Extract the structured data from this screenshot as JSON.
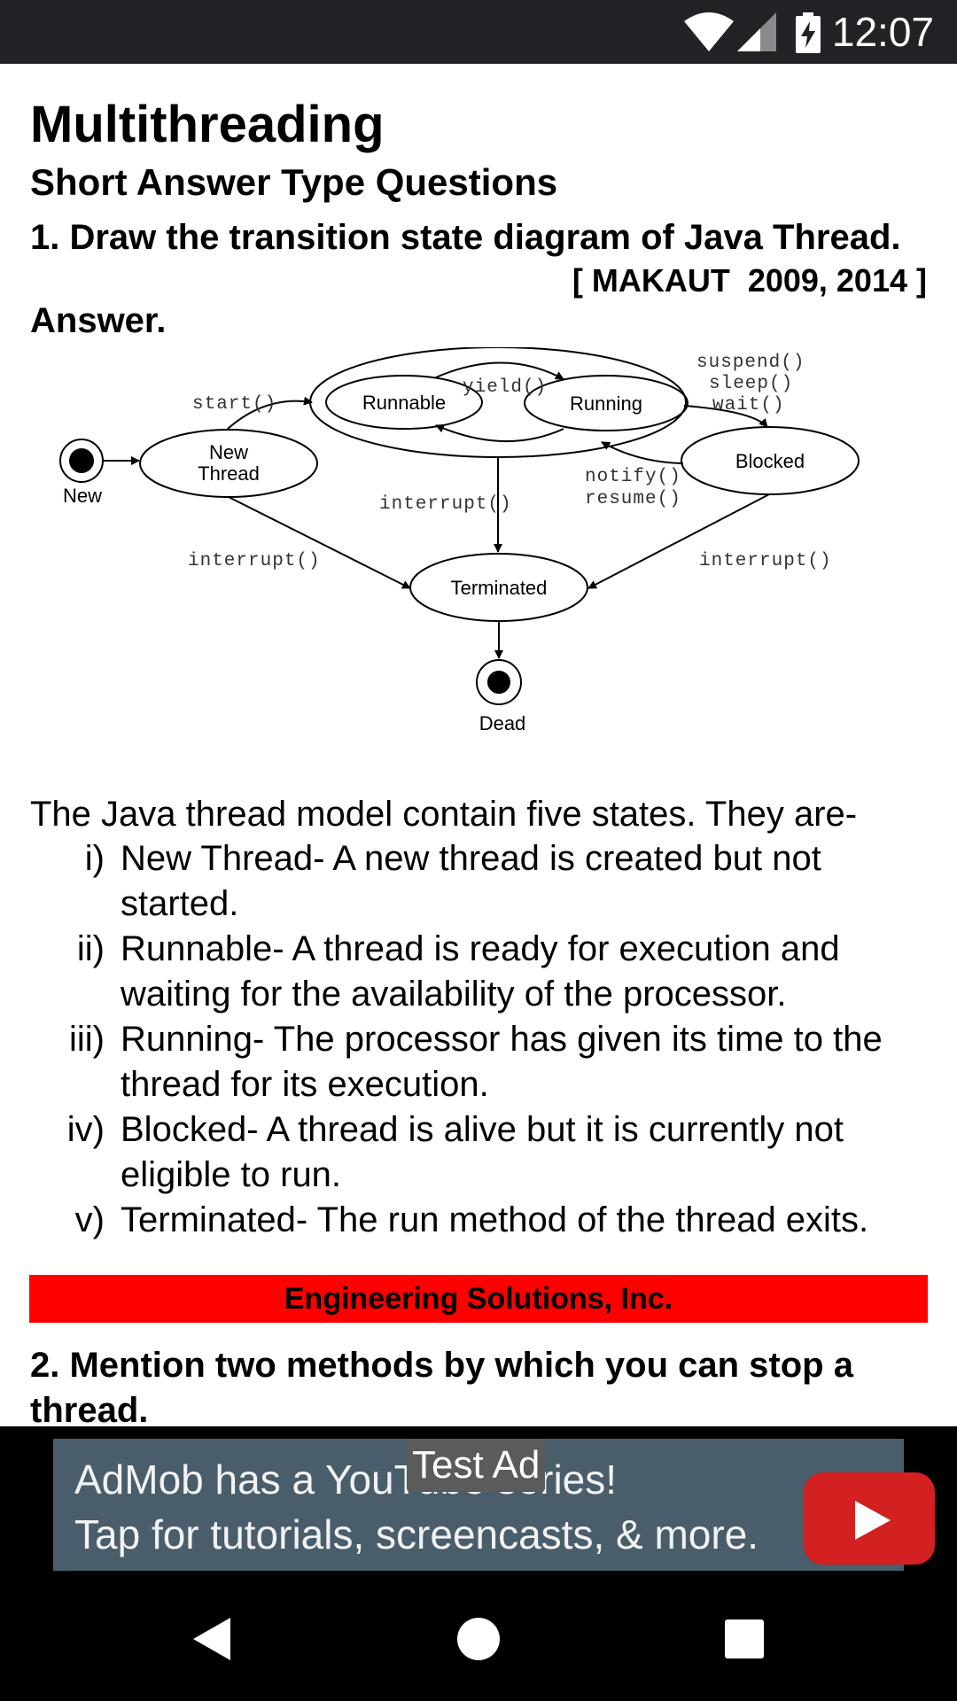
{
  "status_bar": {
    "time": "12:07"
  },
  "page": {
    "title": "Multithreading",
    "subtitle": "Short Answer Type Questions",
    "question1": "1. Draw the transition state diagram of Java Thread.",
    "reference": "[ MAKAUT  2009, 2014 ]",
    "answer_label": "Answer."
  },
  "diagram": {
    "start_label": "New",
    "end_label": "Dead",
    "states": {
      "new_thread_line1": "New",
      "new_thread_line2": "Thread",
      "runnable": "Runnable",
      "running": "Running",
      "blocked": "Blocked",
      "terminated": "Terminated"
    },
    "transitions": {
      "start": "start()",
      "yield": "yield()",
      "suspend": "suspend()",
      "sleep": "sleep()",
      "wait": "wait()",
      "notify": "notify()",
      "resume": "resume()",
      "interrupt_center": "interrupt()",
      "interrupt_left": "interrupt()",
      "interrupt_right": "interrupt()"
    }
  },
  "body": {
    "intro": "The Java thread model contain five states. They are-",
    "items": [
      {
        "num": "i)",
        "text": "New Thread- A new thread is created but not started."
      },
      {
        "num": "ii)",
        "text": "Runnable- A thread is ready for execution and waiting for the availability of the processor."
      },
      {
        "num": "iii)",
        "text": "Running- The processor has given its time to the thread for its execution."
      },
      {
        "num": "iv)",
        "text": "Blocked- A thread is alive but it is currently not eligible to run."
      },
      {
        "num": "v)",
        "text": "Terminated- The run method of the thread exits."
      }
    ],
    "banner": "Engineering Solutions, Inc.",
    "question2": "2. Mention two methods by which you can stop a thread."
  },
  "ad": {
    "line1": "AdMob has a YouTube series!",
    "line2": "Tap for tutorials, screencasts, & more.",
    "test_label": "Test Ad"
  },
  "colors": {
    "banner": "#ff0000",
    "ad_bg": "#4a5d6b",
    "youtube_red": "#d32020"
  }
}
